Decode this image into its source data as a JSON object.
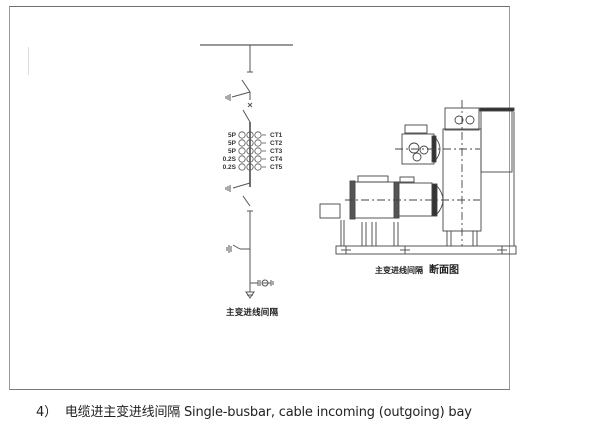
{
  "figure": {
    "caption": {
      "number": "4）",
      "text": "电缆进主变进线间隔 Single-busbar, cable incoming (outgoing) bay"
    },
    "single_line_diagram": {
      "title": "主变进线间隔",
      "ct_accuracy_classes": [
        "5P",
        "5P",
        "5P",
        "0.2S",
        "0.2S"
      ],
      "ct_names": [
        "CT1",
        "CT2",
        "CT3",
        "CT4",
        "CT5"
      ]
    },
    "section_view": {
      "title_prefix": "主变进线间隔",
      "title_suffix": "断面图"
    }
  },
  "colors": {
    "line": "#444444",
    "frame": "#8a8a8a",
    "text": "#222222"
  }
}
